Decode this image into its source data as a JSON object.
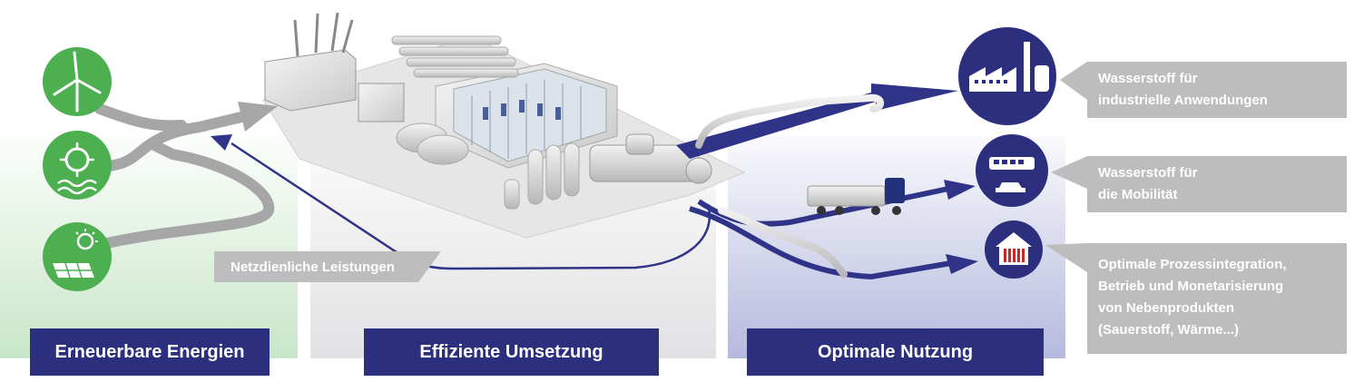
{
  "banners": {
    "renewables": "Erneuerbare Energien",
    "conversion": "Effiziente Umsetzung",
    "usage": "Optimale Nutzung"
  },
  "grid_services_label": "Netzdienliche Leistungen",
  "outputs": [
    {
      "icon": "factory-icon",
      "lines": [
        "Wasserstoff für",
        "industrielle Anwendungen"
      ]
    },
    {
      "icon": "vehicles-icon",
      "lines": [
        "Wasserstoff für",
        "die Mobilität"
      ]
    },
    {
      "icon": "house-heat-icon",
      "lines": [
        "Optimale Prozessintegration,",
        "Betrieb und Monetarisierung",
        "von Nebenprodukten",
        "(Sauerstoff, Wärme...)"
      ]
    }
  ],
  "sources": [
    "wind-turbine-icon",
    "hydro-turbine-icon",
    "solar-panel-icon"
  ],
  "colors": {
    "navy": "#2b2f7e",
    "green": "#4caf50",
    "grey_box": "#bdbdbd",
    "arrow_blue": "#3a3f8f",
    "arrow_grey": "#9e9e9e"
  }
}
